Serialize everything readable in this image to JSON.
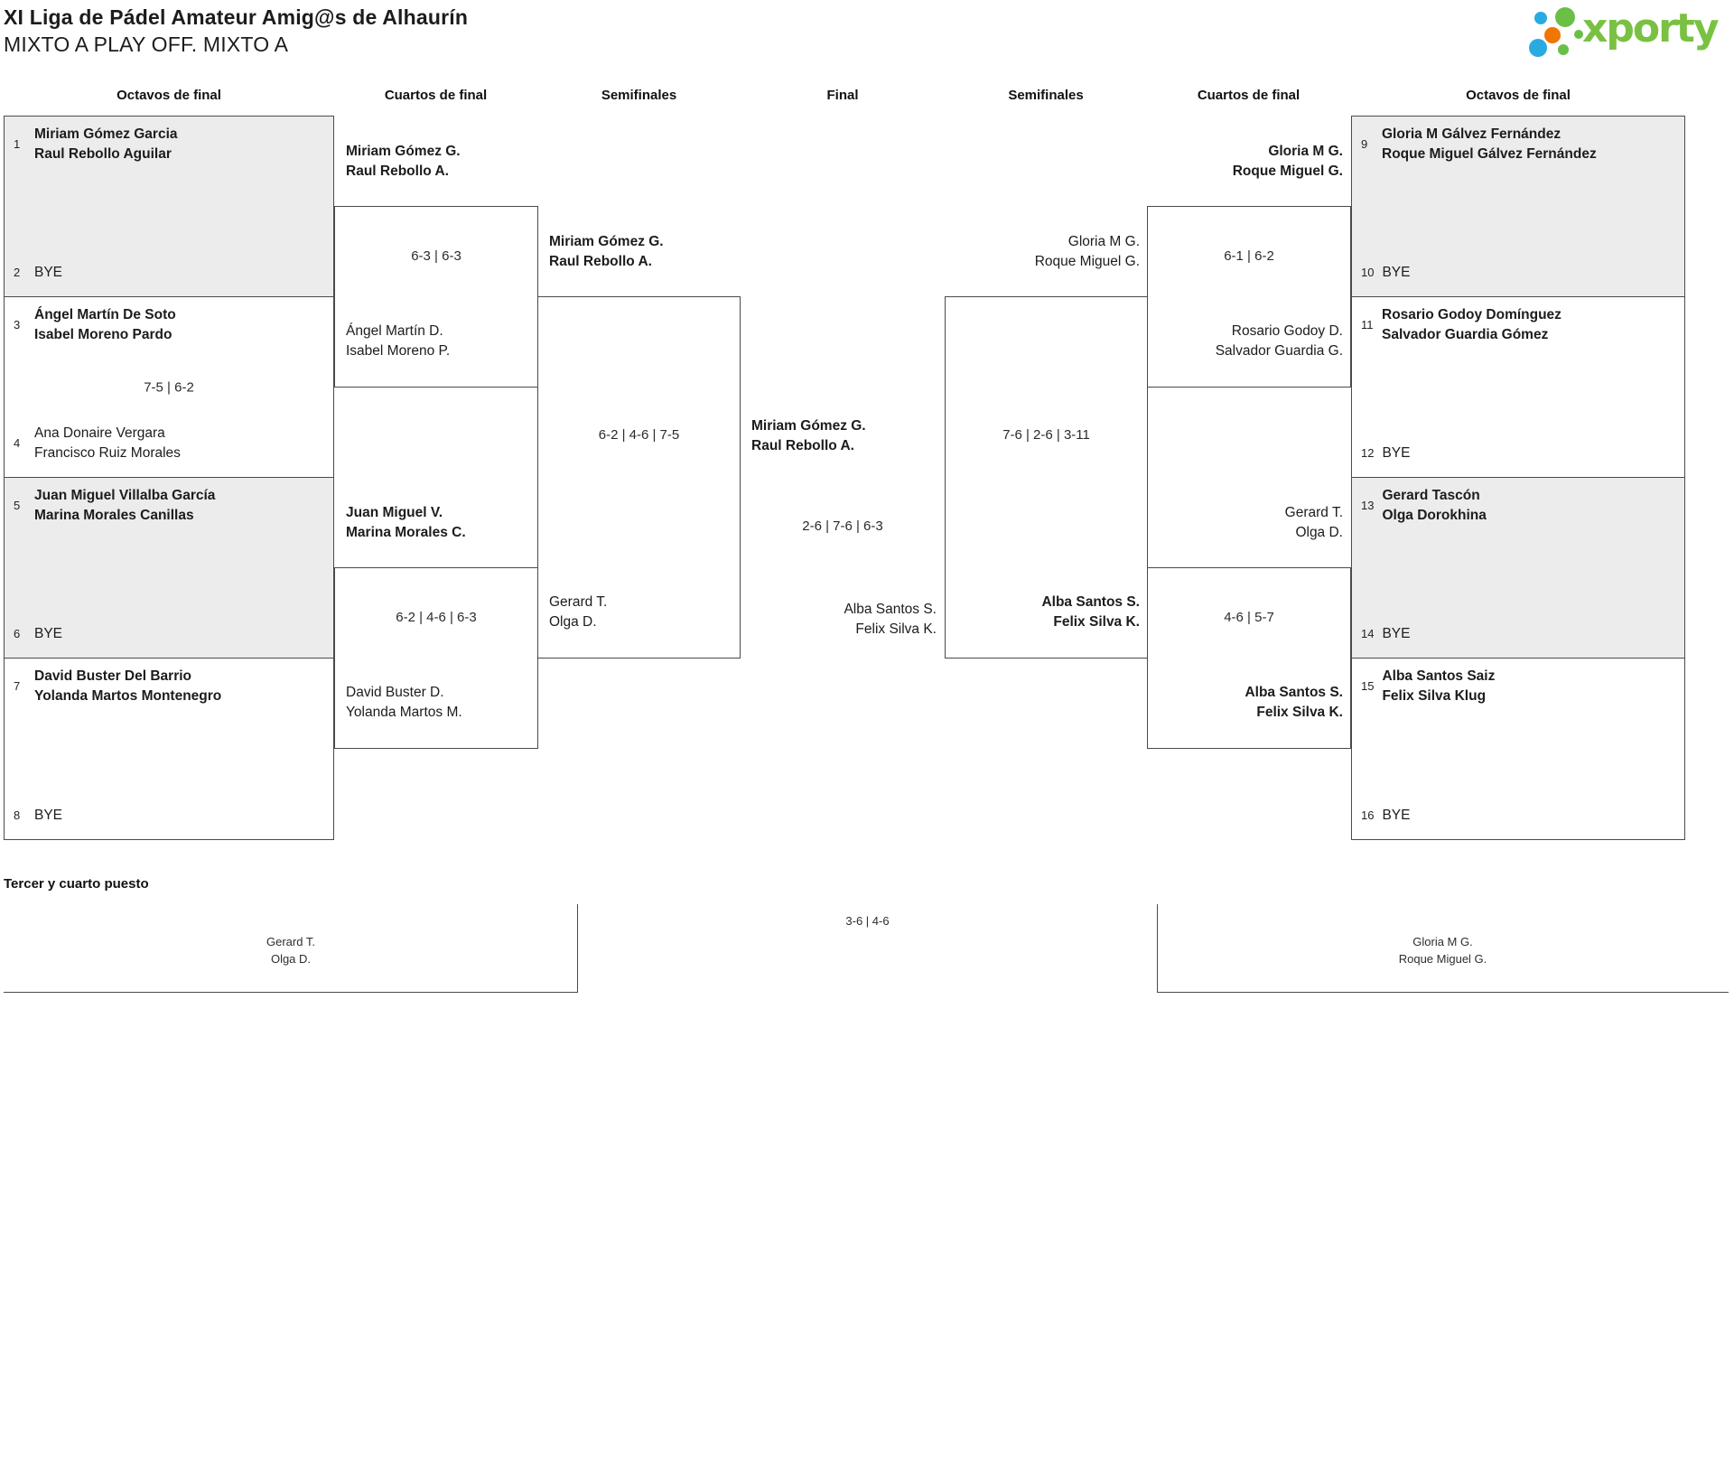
{
  "header": {
    "title": "XI Liga de Pádel Amateur Amig@s de Alhaurín",
    "subtitle": "MIXTO A PLAY OFF. MIXTO A",
    "brand": "xporty"
  },
  "colors": {
    "brand_green": "#7ac143",
    "logo_blue": "#29abe2",
    "logo_orange": "#ef7602",
    "shaded_box": "#ececec",
    "border": "#4a4a4a"
  },
  "columns": [
    "Octavos de final",
    "Cuartos de final",
    "Semifinales",
    "Final",
    "Semifinales",
    "Cuartos de final",
    "Octavos de final"
  ],
  "round16": [
    {
      "top": {
        "seed": "1",
        "names": [
          "Miriam Gómez Garcia",
          "Raul Rebollo Aguilar"
        ],
        "bold": true
      },
      "bottom": {
        "seed": "2",
        "names": [
          "BYE"
        ],
        "bold": false
      },
      "score": ""
    },
    {
      "top": {
        "seed": "3",
        "names": [
          "Ángel Martín De Soto",
          "Isabel Moreno Pardo"
        ],
        "bold": true
      },
      "bottom": {
        "seed": "4",
        "names": [
          "Ana Donaire Vergara",
          "Francisco Ruiz Morales"
        ],
        "bold": false
      },
      "score": "7-5 | 6-2"
    },
    {
      "top": {
        "seed": "5",
        "names": [
          "Juan Miguel Villalba García",
          "Marina Morales Canillas"
        ],
        "bold": true
      },
      "bottom": {
        "seed": "6",
        "names": [
          "BYE"
        ],
        "bold": false
      },
      "score": ""
    },
    {
      "top": {
        "seed": "7",
        "names": [
          "David Buster Del Barrio",
          "Yolanda Martos Montenegro"
        ],
        "bold": true
      },
      "bottom": {
        "seed": "8",
        "names": [
          "BYE"
        ],
        "bold": false
      },
      "score": ""
    },
    {
      "top": {
        "seed": "9",
        "names": [
          "Gloria M Gálvez Fernández",
          "Roque Miguel Gálvez Fernández"
        ],
        "bold": true
      },
      "bottom": {
        "seed": "10",
        "names": [
          "BYE"
        ],
        "bold": false
      },
      "score": ""
    },
    {
      "top": {
        "seed": "11",
        "names": [
          "Rosario Godoy Domínguez",
          "Salvador Guardia Gómez"
        ],
        "bold": true
      },
      "bottom": {
        "seed": "12",
        "names": [
          "BYE"
        ],
        "bold": false
      },
      "score": ""
    },
    {
      "top": {
        "seed": "13",
        "names": [
          "Gerard Tascón",
          "Olga Dorokhina"
        ],
        "bold": true
      },
      "bottom": {
        "seed": "14",
        "names": [
          "BYE"
        ],
        "bold": false
      },
      "score": ""
    },
    {
      "top": {
        "seed": "15",
        "names": [
          "Alba Santos Saiz",
          "Felix Silva Klug"
        ],
        "bold": true
      },
      "bottom": {
        "seed": "16",
        "names": [
          "BYE"
        ],
        "bold": false
      },
      "score": ""
    }
  ],
  "quarterfinals": [
    {
      "top": {
        "names": [
          "Miriam Gómez G.",
          "Raul Rebollo A."
        ],
        "bold": true
      },
      "bottom": {
        "names": [
          "Ángel Martín D.",
          "Isabel Moreno P."
        ],
        "bold": false
      },
      "score": "6-3 | 6-3"
    },
    {
      "top": {
        "names": [
          "Juan Miguel V.",
          "Marina Morales C."
        ],
        "bold": true
      },
      "bottom": {
        "names": [
          "David Buster D.",
          "Yolanda Martos M."
        ],
        "bold": false
      },
      "score": "6-2 | 4-6 | 6-3"
    },
    {
      "top": {
        "names": [
          "Gloria M G.",
          "Roque Miguel G."
        ],
        "bold": true
      },
      "bottom": {
        "names": [
          "Rosario Godoy D.",
          "Salvador Guardia G."
        ],
        "bold": false
      },
      "score": "6-1 | 6-2"
    },
    {
      "top": {
        "names": [
          "Gerard T.",
          "Olga D."
        ],
        "bold": false
      },
      "bottom": {
        "names": [
          "Alba Santos S.",
          "Felix Silva K."
        ],
        "bold": true
      },
      "score": "4-6 | 5-7"
    }
  ],
  "semifinals": [
    {
      "top": {
        "names": [
          "Miriam Gómez G.",
          "Raul Rebollo A."
        ],
        "bold": true
      },
      "bottom": {
        "names": [
          "Gerard T.",
          "Olga D."
        ],
        "bold": false
      },
      "score": "6-2 | 4-6 | 7-5"
    },
    {
      "top": {
        "names": [
          "Gloria M G.",
          "Roque Miguel G."
        ],
        "bold": false
      },
      "bottom": {
        "names": [
          "Alba Santos S.",
          "Felix Silva K."
        ],
        "bold": true
      },
      "score": "7-6 | 2-6 | 3-11"
    }
  ],
  "final": {
    "top": {
      "names": [
        "Miriam Gómez G.",
        "Raul Rebollo A."
      ],
      "bold": true
    },
    "bottom": {
      "names": [
        "Alba Santos S.",
        "Felix Silva K."
      ],
      "bold": false
    },
    "score": "2-6 | 7-6 | 6-3"
  },
  "third_place": {
    "label": "Tercer y cuarto puesto",
    "left_team": [
      "Gerard T.",
      "Olga D."
    ],
    "right_team": [
      "Gloria M G.",
      "Roque Miguel G."
    ],
    "score": "3-6 | 4-6"
  }
}
